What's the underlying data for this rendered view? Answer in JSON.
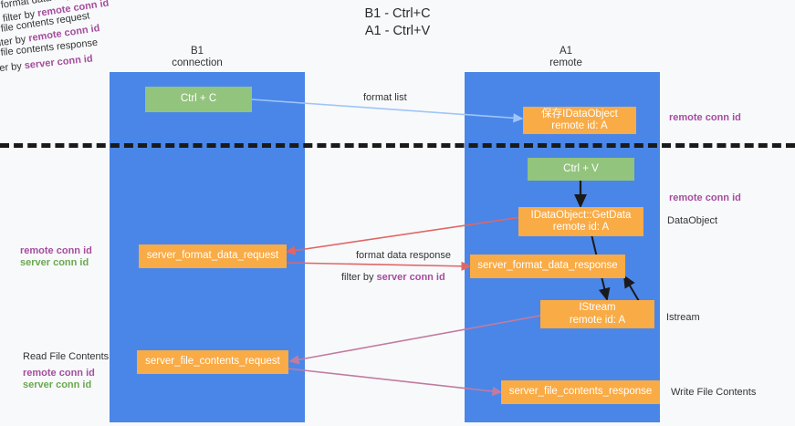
{
  "title": "B1 - Ctrl+C\nA1 - Ctrl+V",
  "columns": [
    {
      "name": "b1",
      "label": "B1\nconnection"
    },
    {
      "name": "a1",
      "label": "A1\nremote"
    }
  ],
  "nodes": [
    {
      "name": "ctrl-c",
      "label": "Ctrl + C",
      "color": "#93c47d"
    },
    {
      "name": "idataobject-store",
      "label": "保存IDataObject\nremote id: A",
      "color": "#f9ab46"
    },
    {
      "name": "ctrl-v",
      "label": "Ctrl + V",
      "color": "#93c47d"
    },
    {
      "name": "idataobject-getdata",
      "label": "IDataObject::GetData\nremote id: A",
      "color": "#f9ab46"
    },
    {
      "name": "server-format-data-request",
      "label": "server_format_data_request",
      "color": "#f9ab46"
    },
    {
      "name": "server-format-data-response",
      "label": "server_format_data_response",
      "color": "#f9ab46"
    },
    {
      "name": "istream",
      "label": "IStream\nremote id: A",
      "color": "#f9ab46"
    },
    {
      "name": "server-file-contents-request",
      "label": "server_file_contents_request",
      "color": "#f9ab46"
    },
    {
      "name": "server-file-contents-response",
      "label": "server_file_contents_response",
      "color": "#f9ab46"
    }
  ],
  "edge_labels": {
    "format_list": "format list",
    "format_data_request": "format data request",
    "format_data_request_filter_prefix": "filter by ",
    "format_data_request_filter_key": "remote conn id",
    "format_data_response": "format data response",
    "format_data_response_filter_prefix": "filter by ",
    "format_data_response_filter_key": "server conn id",
    "file_contents_request": "file contents request",
    "file_contents_request_filter_prefix": "filter by ",
    "file_contents_request_filter_key": "remote conn id",
    "file_contents_response": "file contents response",
    "file_contents_response_filter_prefix": "filter by ",
    "file_contents_response_filter_key": "server conn id"
  },
  "side_labels": {
    "right_remote_conn_id_top": "remote conn id",
    "right_remote_conn_id_mid": "remote conn id",
    "right_dataobject": "DataObject",
    "right_istream": "Istream",
    "right_write_file_contents": "Write File Contents",
    "left_remote_conn_id_mid": "remote conn id",
    "left_server_conn_id_mid": "server conn id",
    "left_read_file_contents": "Read File Contents",
    "left_remote_conn_id_bottom": "remote conn id",
    "left_server_conn_id_bottom": "server conn id"
  },
  "colors": {
    "lane": "#4a86e8",
    "green_node": "#93c47d",
    "orange_node": "#f9ab46",
    "purple": "#a64d9e",
    "green_text": "#6aa84f",
    "arrow_blue": "#9fc5f8",
    "arrow_red": "#e06666",
    "arrow_magenta": "#c27ba0",
    "arrow_black": "#1a1a1a",
    "divider": "#1a1a1a",
    "background": "#f8f9fb"
  }
}
